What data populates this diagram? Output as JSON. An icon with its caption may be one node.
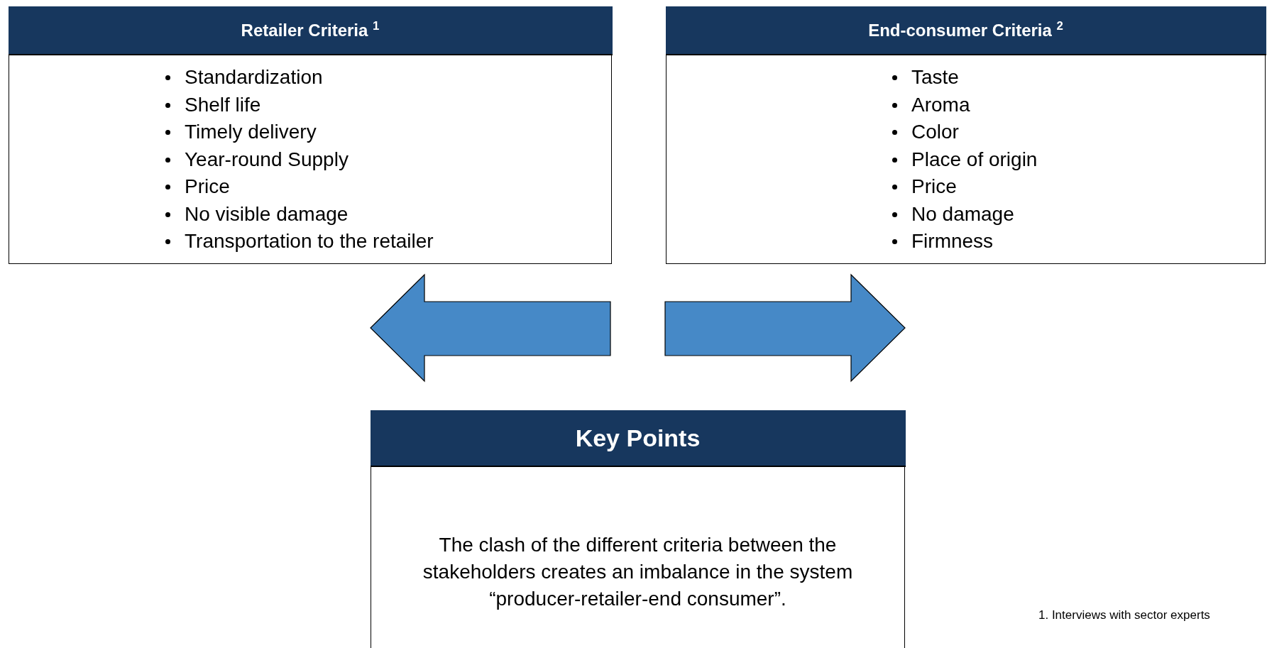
{
  "diagram": {
    "nodes": [
      {
        "text": [
          "Retailer Criteria $^{1}$",
          "Standardization",
          "Shelf life",
          "Timely delivery",
          "Year-round Supply",
          "Price",
          "No visible damage",
          "Transportation to the retailer"
        ]
      },
      {
        "text": [
          "End-consumer Criteria $^{2}$",
          "Taste",
          "Aroma",
          "Color",
          "Place of origin",
          "Price",
          "No damage",
          "Firmness"
        ]
      },
      {
        "text": [
          "Key Points",
          "The clash of the different criteria between the stakeholders creates an imbalance in the system “producer-retailer-end consumer”."
        ]
      }
    ],
    "labels": [
      "1. Interviews with sector experts"
    ]
  }
}
